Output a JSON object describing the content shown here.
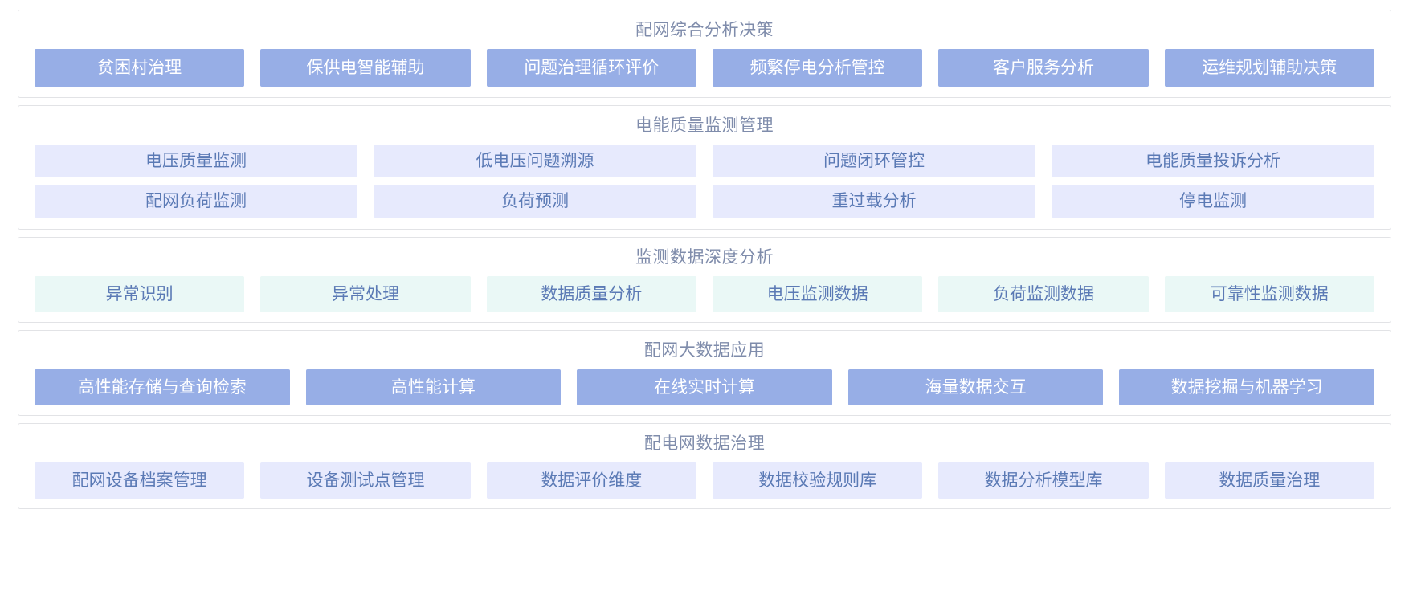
{
  "colors": {
    "solid_blue": "#97aee6",
    "lavender": "#e7eafd",
    "mint": "#eaf8f6",
    "title_text": "#7f8cab",
    "light_button_text": "#5b7ab5",
    "panel_border": "#e2e3e6",
    "page_background": "#ffffff"
  },
  "sections": [
    {
      "id": "decision",
      "title": "配网综合分析决策",
      "style": "solid",
      "rows": [
        [
          "贫困村治理",
          "保供电智能辅助",
          "问题治理循环评价",
          "频繁停电分析管控",
          "客户服务分析",
          "运维规划辅助决策"
        ]
      ]
    },
    {
      "id": "quality",
      "title": "电能质量监测管理",
      "style": "lavender",
      "rows": [
        [
          "电压质量监测",
          "低电压问题溯源",
          "问题闭环管控",
          "电能质量投诉分析"
        ],
        [
          "配网负荷监测",
          "负荷预测",
          "重过载分析",
          "停电监测"
        ]
      ]
    },
    {
      "id": "depth",
      "title": "监测数据深度分析",
      "style": "mint",
      "rows": [
        [
          "异常识别",
          "异常处理",
          "数据质量分析",
          "电压监测数据",
          "负荷监测数据",
          "可靠性监测数据"
        ]
      ]
    },
    {
      "id": "bigdata",
      "title": "配网大数据应用",
      "style": "solid",
      "rows": [
        [
          "高性能存储与查询检索",
          "高性能计算",
          "在线实时计算",
          "海量数据交互",
          "数据挖掘与机器学习"
        ]
      ]
    },
    {
      "id": "govern",
      "title": "配电网数据治理",
      "style": "lavender",
      "rows": [
        [
          "配网设备档案管理",
          "设备测试点管理",
          "数据评价维度",
          "数据校验规则库",
          "数据分析模型库",
          "数据质量治理"
        ]
      ]
    }
  ]
}
